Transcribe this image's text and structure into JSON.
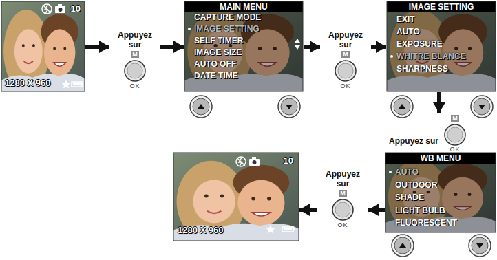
{
  "diagram": {
    "nodes": [
      {
        "text": [
          "10",
          "1280 X 960"
        ]
      },
      {
        "text": [
          "Appuyez sur",
          "M",
          "OK"
        ]
      },
      {
        "text": [
          "MAIN MENU",
          "CAPTURE MODE",
          "IMAGE SETTING",
          "SELF TIMER",
          "IMAGE SIZE",
          "AUTO OFF",
          "DATE TIME"
        ]
      },
      {
        "text": [
          "Appuyez sur",
          "M",
          "OK"
        ]
      },
      {
        "text": [
          "IMAGE SETTING",
          "EXIT",
          "AUTO",
          "EXPOSURE",
          "WHITRE BLANCE",
          "SHARPNESS"
        ]
      },
      {
        "text": [
          "Appuyez sur",
          "M",
          "OK"
        ]
      },
      {
        "text": [
          "WB MENU",
          "AUTO",
          "OUTDOOR",
          "SHADE",
          "LIGHT BULB",
          "FLUORESCENT"
        ]
      },
      {
        "text": [
          "Appuyez sur",
          "M",
          "OK"
        ]
      },
      {
        "text": [
          "10",
          "1280 X 960"
        ]
      }
    ],
    "edges": [
      {
        "from": 0,
        "to": 1,
        "arrow": "to"
      },
      {
        "from": 1,
        "to": 2,
        "arrow": "to"
      },
      {
        "from": 2,
        "to": 3,
        "arrow": "to"
      },
      {
        "from": 3,
        "to": 4,
        "arrow": "to"
      },
      {
        "from": 4,
        "to": 5,
        "arrow": "to"
      },
      {
        "from": 6,
        "to": 7,
        "arrow": "to"
      },
      {
        "from": 7,
        "to": 8,
        "arrow": "to"
      }
    ]
  }
}
